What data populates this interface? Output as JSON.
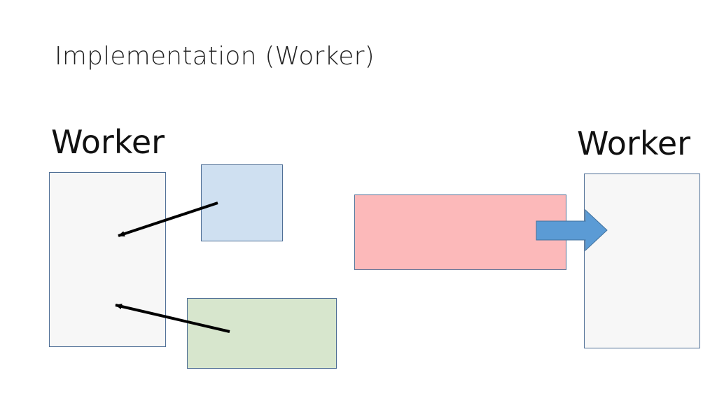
{
  "slide": {
    "title": "Implementation (Worker)"
  },
  "workers": {
    "left_label": "Worker",
    "right_label": "Worker"
  },
  "colors": {
    "worker_fill": "#f7f7f7",
    "border": "#4f6f96",
    "blue_block": "#cfe0f1",
    "green_block": "#d7e6cd",
    "red_block": "#fcb9ba",
    "block_arrow": "#5b9bd5",
    "line_arrow": "#000000"
  }
}
